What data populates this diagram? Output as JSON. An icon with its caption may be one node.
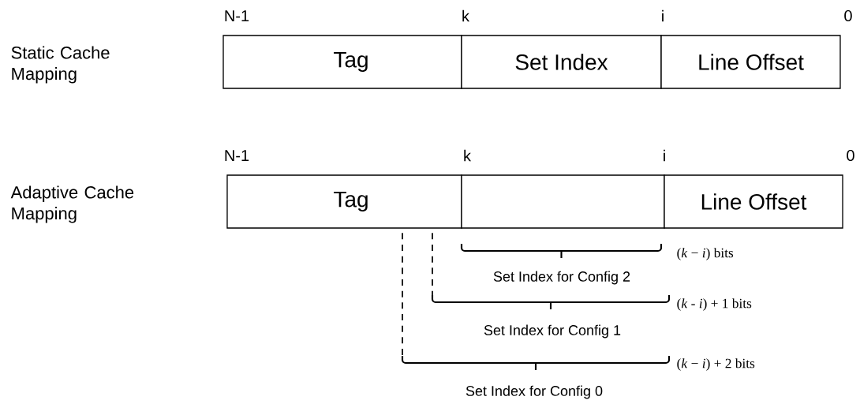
{
  "diagram": {
    "nodes": [
      {
        "text": [
          "Tag"
        ]
      },
      {
        "text": [
          "Set Index"
        ]
      },
      {
        "text": [
          "Line Offset"
        ]
      },
      {
        "text": [
          "Tag"
        ]
      },
      {
        "text": [],
        "shape": "box"
      },
      {
        "text": [
          "Line Offset"
        ]
      }
    ],
    "labels": [
      "N-1",
      "k",
      "i",
      "0",
      "Static Cache Mapping",
      "N-1",
      "k",
      "i",
      "0",
      "Adaptive Cache Mapping",
      "(*k* − *i*) bits",
      "Set Index for Config 2",
      "(*k* - *i*) + 1 bits",
      "Set Index for Config 1",
      "(*k* − *i*) + 2 bits",
      "Set Index for Config 0"
    ]
  }
}
